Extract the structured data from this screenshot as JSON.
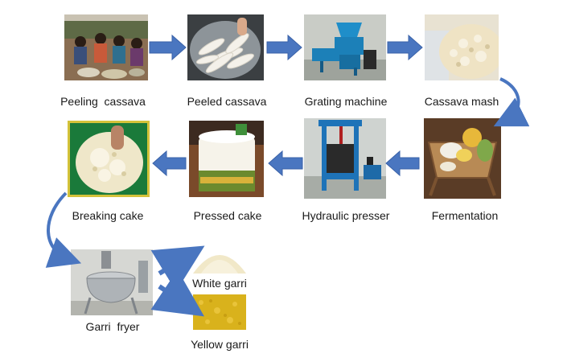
{
  "steps": {
    "peeling": {
      "label": "Peeling  cassava",
      "icon": "peeling-cassava-photo"
    },
    "peeled": {
      "label": "Peeled cassava",
      "icon": "peeled-cassava-photo"
    },
    "grating": {
      "label": "Grating machine",
      "icon": "grating-machine-photo"
    },
    "mash": {
      "label": "Cassava mash",
      "icon": "cassava-mash-photo"
    },
    "fermentation": {
      "label": "Fermentation",
      "icon": "fermentation-photo"
    },
    "hydraulic": {
      "label": "Hydraulic presser",
      "icon": "hydraulic-presser-photo"
    },
    "pressed": {
      "label": "Pressed cake",
      "icon": "pressed-cake-photo"
    },
    "breaking": {
      "label": "Breaking cake",
      "icon": "breaking-cake-photo"
    },
    "fryer": {
      "label": "Garri  fryer",
      "icon": "garri-fryer-photo"
    },
    "white": {
      "label": "White garri",
      "icon": "white-garri-photo"
    },
    "yellow": {
      "label": "Yellow garri",
      "icon": "yellow-garri-photo"
    }
  },
  "colors": {
    "arrow": "#4a76c0"
  }
}
